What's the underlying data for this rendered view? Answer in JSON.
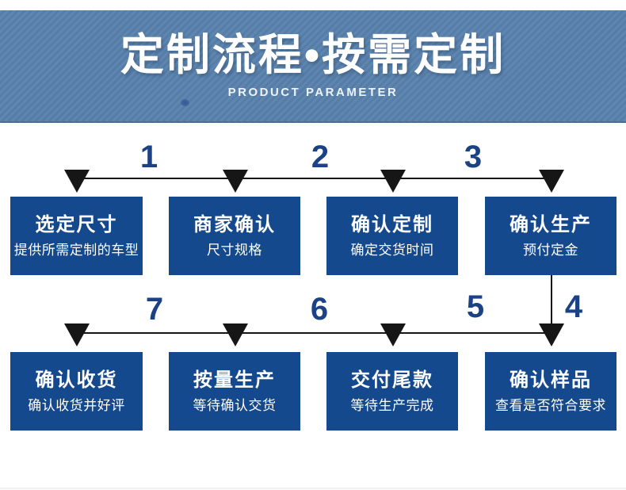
{
  "banner": {
    "title": "定制流程•按需定制",
    "subtitle": "PRODUCT PARAMETER"
  },
  "flow": {
    "rows": [
      {
        "numbers": [
          "1",
          "2",
          "3"
        ],
        "steps": [
          {
            "title": "选定尺寸",
            "subtitle": "提供所需定制的车型"
          },
          {
            "title": "商家确认",
            "subtitle": "尺寸规格"
          },
          {
            "title": "确认定制",
            "subtitle": "确定交货时间"
          },
          {
            "title": "确认生产",
            "subtitle": "预付定金"
          }
        ]
      },
      {
        "numbers": [
          "7",
          "6",
          "5",
          "4"
        ],
        "steps": [
          {
            "title": "确认收货",
            "subtitle": "确认收货并好评"
          },
          {
            "title": "按量生产",
            "subtitle": "等待确认交货"
          },
          {
            "title": "交付尾款",
            "subtitle": "等待生产完成"
          },
          {
            "title": "确认样品",
            "subtitle": "查看是否符合要求"
          }
        ]
      }
    ]
  },
  "colors": {
    "banner-blue-light": "#5e86b0",
    "banner-blue-dark": "#557da6",
    "box-blue": "#15498e",
    "number-navy": "#1c4286",
    "line-black": "#161616"
  }
}
